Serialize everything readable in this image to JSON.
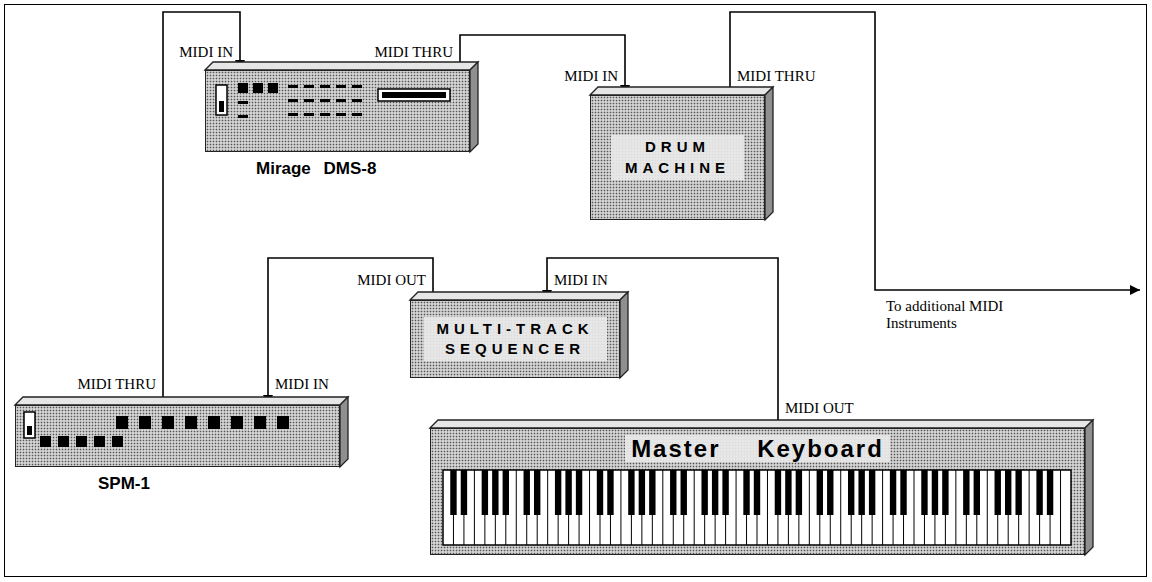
{
  "diagram": {
    "nodes": [
      {
        "text": [
          "Mirage DMS-8"
        ]
      },
      {
        "text": [
          "DRUM MACHINE"
        ]
      },
      {
        "text": [
          "MULTI-TRACK SEQUENCER"
        ]
      },
      {
        "text": [
          "SPM-1"
        ]
      },
      {
        "text": [
          "Master Keyboard"
        ]
      }
    ],
    "edges": [
      {
        "from": 4,
        "to": 2,
        "arrow": "to"
      },
      {
        "from": 2,
        "to": 3,
        "arrow": "to"
      },
      {
        "from": 3,
        "to": 0,
        "arrow": "to"
      },
      {
        "from": 0,
        "to": 1,
        "arrow": "to"
      }
    ],
    "labels": [
      "MIDI IN",
      "MIDI THRU",
      "MIDI IN",
      "MIDI THRU",
      "MIDI OUT",
      "MIDI IN",
      "MIDI OUT",
      "MIDI THRU",
      "MIDI IN",
      "To additional MIDI Instruments"
    ]
  }
}
